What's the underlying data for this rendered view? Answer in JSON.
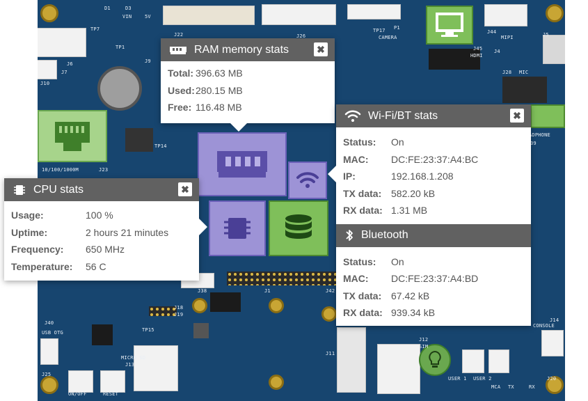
{
  "colors": {
    "panel_header": "#616161",
    "pcb": "#17456f",
    "tile_purple": "#9d93d6",
    "tile_green": "#6fae43"
  },
  "ram": {
    "title": "RAM memory stats",
    "icon": "ram-icon",
    "rows": [
      {
        "k": "Total:",
        "v": "396.63 MB"
      },
      {
        "k": "Used:",
        "v": "280.15 MB"
      },
      {
        "k": "Free:",
        "v": "116.48 MB"
      }
    ]
  },
  "wifi": {
    "title": "Wi-Fi/BT stats",
    "icon": "wifi-icon",
    "rows": [
      {
        "k": "Status:",
        "v": "On"
      },
      {
        "k": "MAC:",
        "v": "DC:FE:23:37:A4:BC"
      },
      {
        "k": "IP:",
        "v": "192.168.1.208"
      },
      {
        "k": "TX data:",
        "v": "582.20 kB"
      },
      {
        "k": "RX data:",
        "v": "1.31 MB"
      }
    ]
  },
  "bluetooth": {
    "title": "Bluetooth",
    "icon": "bluetooth-icon",
    "rows": [
      {
        "k": "Status:",
        "v": "On"
      },
      {
        "k": "MAC:",
        "v": "DC:FE:23:37:A4:BD"
      },
      {
        "k": "TX data:",
        "v": "67.42 kB"
      },
      {
        "k": "RX data:",
        "v": "939.34 kB"
      }
    ]
  },
  "cpu": {
    "title": "CPU stats",
    "icon": "cpu-icon",
    "rows": [
      {
        "k": "Usage:",
        "v": "100 %"
      },
      {
        "k": "Uptime:",
        "v": "2 hours 21 minutes"
      },
      {
        "k": "Frequency:",
        "v": "650 MHz"
      },
      {
        "k": "Temperature:",
        "v": "56 C"
      }
    ]
  },
  "close_label": "✖",
  "silk": {
    "d1": "D1",
    "d3": "D3",
    "vin": "VIN",
    "v5": "5V",
    "tp7": "TP7",
    "tp1": "TP1",
    "j7": "J7",
    "j6": "J6",
    "j10": "J10",
    "j9": "J9",
    "j22": "J22",
    "j26": "J26",
    "tp17": "TP17",
    "p1": "P1",
    "camera": "CAMERA",
    "j45": "J45",
    "hdmi": "HDMI",
    "j44": "J44",
    "mipi": "MIPI",
    "j5": "J5",
    "j4": "J4",
    "j28": "J28",
    "mic": "MIC",
    "eth": "10/100/1000M",
    "j23": "J23",
    "tp14": "TP14",
    "j38": "J38",
    "j1": "J1",
    "j42": "J42",
    "j18": "J18",
    "j19": "J19",
    "tp15": "TP15",
    "j40": "J40",
    "usbotg": "USB OTG",
    "j25": "J25",
    "microsd": "MICRO SD",
    "j13": "J13",
    "onoff": "ON/OFF",
    "reset": "RESET",
    "j11": "J11",
    "j12": "J12",
    "sim": "SIM",
    "user1": "USER 1",
    "user2": "USER 2",
    "mca": "MCA",
    "tx": "TX",
    "rx": "RX",
    "j14": "J14",
    "console": "CONSOLE",
    "j20": "J20",
    "headphone": "ADPHONE",
    "j39": "39"
  }
}
